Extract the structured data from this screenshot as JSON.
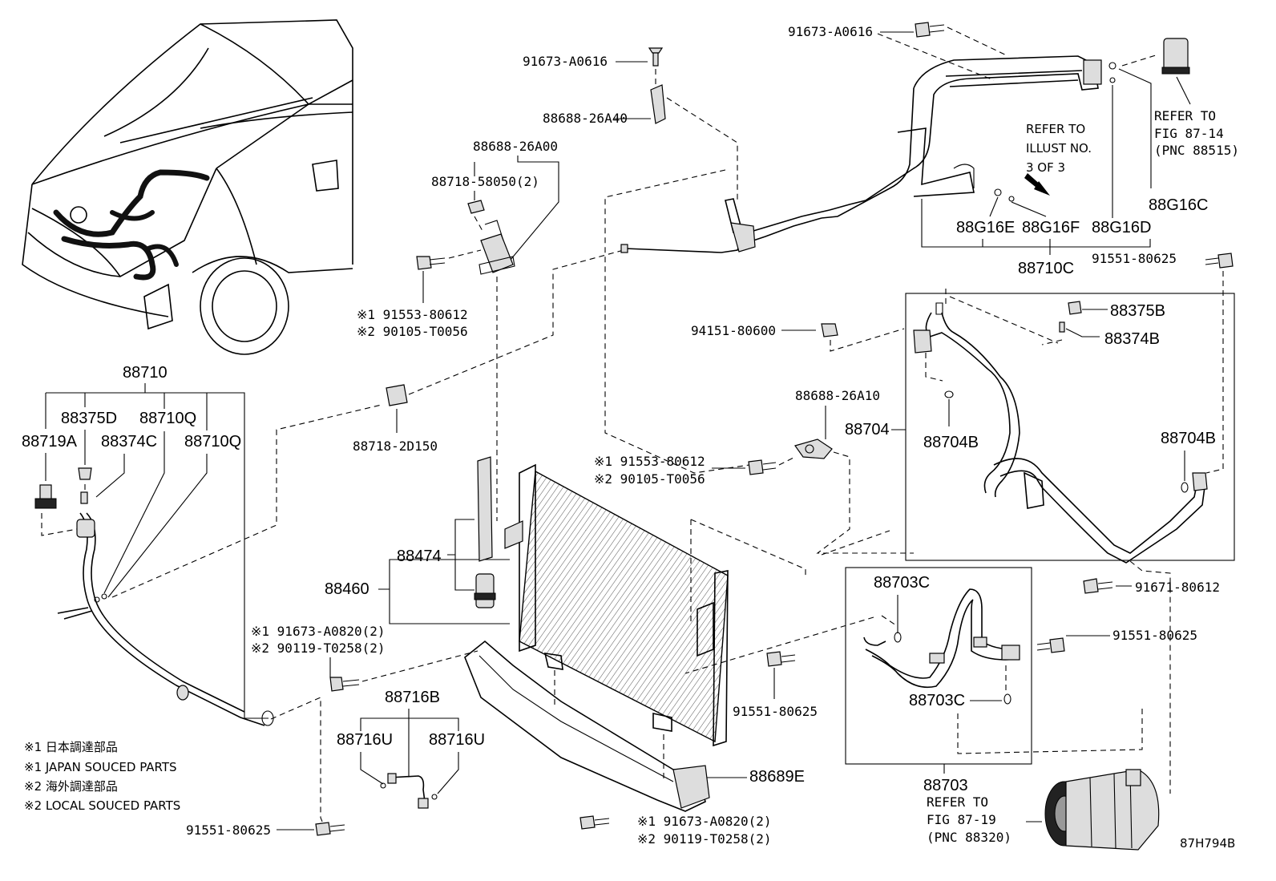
{
  "labels": {
    "p88710": "88710",
    "p88375D": "88375D",
    "p88710Q_a": "88710Q",
    "p88719A": "88719A",
    "p88374C": "88374C",
    "p88710Q_b": "88710Q",
    "p91673_top": "91673-A0616",
    "p88688_26A40": "88688-26A40",
    "p88688_26A00": "88688-26A00",
    "p88718_58050": "88718-58050(2)",
    "p91553_a": "※1 91553-80612",
    "p90105_a": "※2 90105-T0056",
    "p88718_2D150": "88718-2D150",
    "p88474": "88474",
    "p88460": "88460",
    "p91673_A0820_a": "※1 91673-A0820(2)",
    "p90119_a": "※2 90119-T0258(2)",
    "p88716B": "88716B",
    "p88716U_a": "88716U",
    "p88716U_b": "88716U",
    "p91551_bottom_left": "91551-80625",
    "p91673_A0820_b": "※1 91673-A0820(2)",
    "p90119_b": "※2 90119-T0258(2)",
    "p88689E": "88689E",
    "p91673_top_right": "91673-A0616",
    "refer_87_14_l1": "REFER TO",
    "refer_87_14_l2": "FIG 87-14",
    "refer_87_14_l3": "(PNC 88515)",
    "refer_illust_l1": "REFER TO",
    "refer_illust_l2": "ILLUST NO.",
    "refer_illust_l3": "3 OF 3",
    "p88G16C": "88G16C",
    "p88G16E": "88G16E",
    "p88G16F": "88G16F",
    "p88G16D": "88G16D",
    "p88710C": "88710C",
    "p91551_right_top": "91551-80625",
    "p94151": "94151-80600",
    "p88375B": "88375B",
    "p88374B": "88374B",
    "p88688_26A10": "88688-26A10",
    "p88704": "88704",
    "p88704B_a": "88704B",
    "p88704B_b": "88704B",
    "p91553_b": "※1 91553-80612",
    "p90105_b": "※2 90105-T0056",
    "p91671": "91671-80612",
    "p88703C_a": "88703C",
    "p91551_mid_right": "91551-80625",
    "p91551_mid": "91551-80625",
    "p88703C_b": "88703C",
    "p88703": "88703",
    "refer_87_19_l1": "REFER TO",
    "refer_87_19_l2": "FIG 87-19",
    "refer_87_19_l3": "(PNC 88320)",
    "illus_code": "87H794B"
  },
  "notes": {
    "n1": "※1 日本調達部品",
    "n2": "※1 JAPAN SOUCED PARTS",
    "n3": "※2 海外調達部品",
    "n4": "※2 LOCAL SOUCED PARTS"
  }
}
